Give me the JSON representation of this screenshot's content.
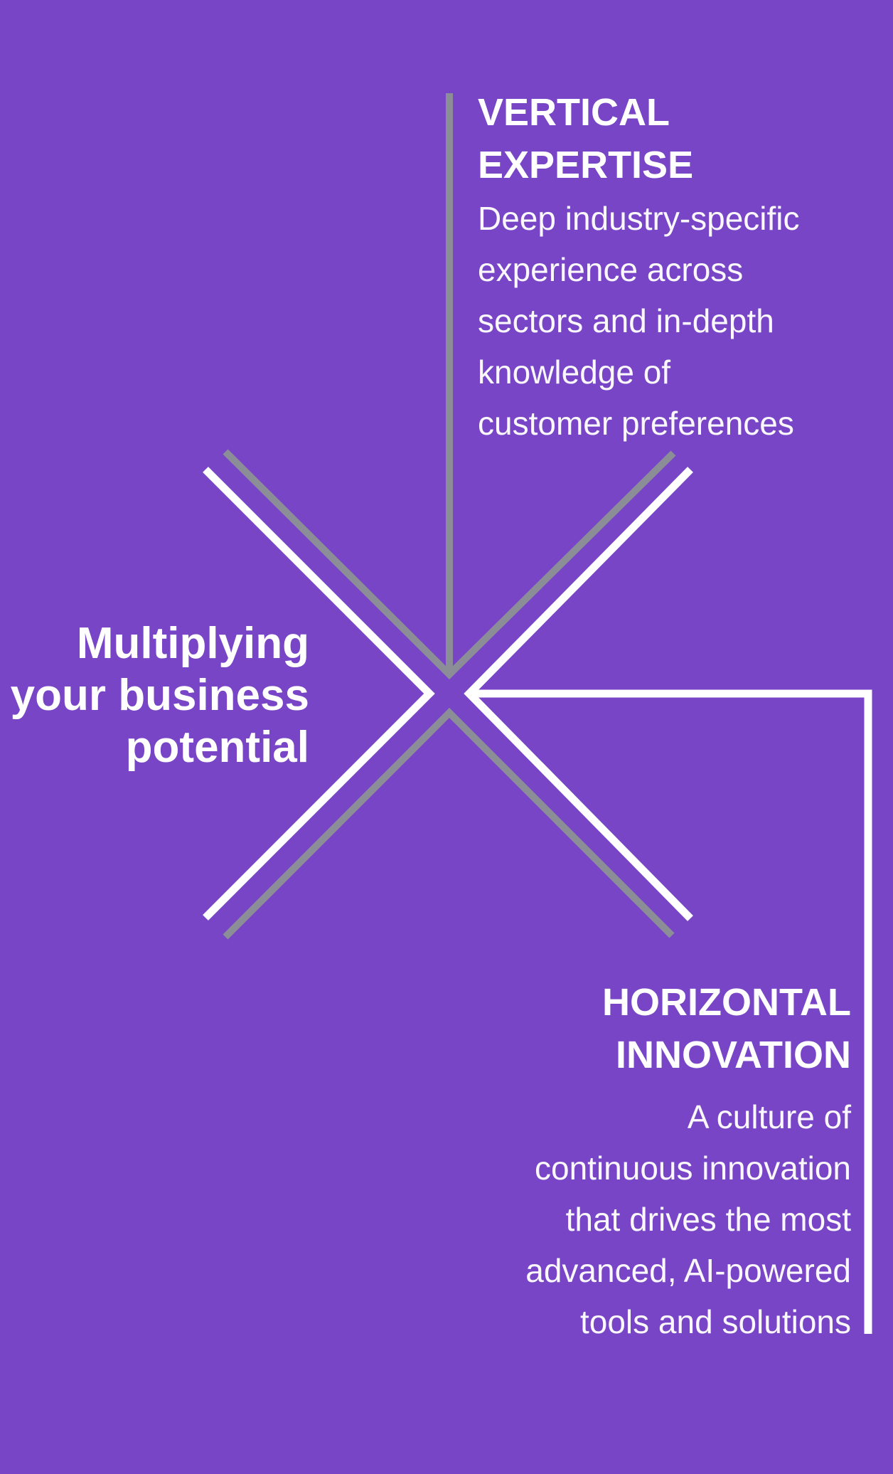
{
  "colors": {
    "background": "#7845C7",
    "line_gray": "#8B8D97",
    "line_white": "#FFFFFF"
  },
  "center_label": {
    "lines": [
      "Multiplying",
      "your business",
      "potential"
    ]
  },
  "vertical_expertise": {
    "title_lines": [
      "VERTICAL",
      "EXPERTISE"
    ],
    "desc_lines": [
      "Deep industry-specific",
      "experience across",
      "sectors and in-depth",
      "knowledge of",
      "customer preferences"
    ]
  },
  "horizontal_innovation": {
    "title_lines": [
      "HORIZONTAL",
      "INNOVATION"
    ],
    "desc_lines": [
      "A culture of",
      "continuous innovation",
      "that drives the most",
      "advanced, AI-powered",
      "tools and solutions"
    ]
  }
}
